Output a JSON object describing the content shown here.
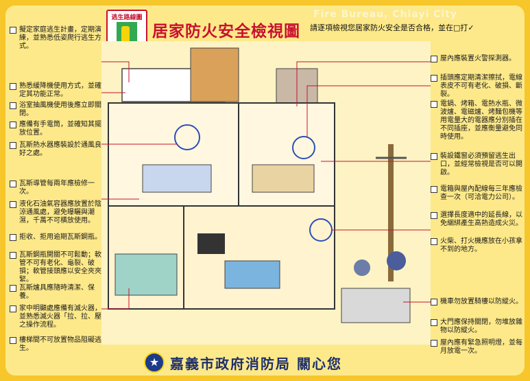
{
  "header": {
    "sign_text": "逃生路線圖",
    "title": "居家防火安全檢視圖",
    "subtitle": "請逐項檢視您居家防火安全是否合格，並在□打✓",
    "watermark": "Fire Bureau, Chiayi City"
  },
  "left_items": [
    "擬定家庭逃生計畫，定期演練，並熟悉低姿爬行逃生方式。",
    "熟悉緩降機使用方式，並確定其功能正常。",
    "浴室抽風機使用後應立即關閉。",
    "應備有手電筒，並確知其擺放位置。",
    "瓦斯熱水器應裝設於通風良好之處。",
    "瓦斯導管每兩年應檢修一次。",
    "液化石油氣容器應放置於陰涼通風處，避免曝曬與潮濕，千萬不可横放使用。",
    "拒收、拒用逾期瓦斯鋼瓶。",
    "瓦斯鋼瓶開關不可鬆動；軟管不可有老化、龜裂、破損；軟管接頭應以安全夾夾緊。",
    "瓦斯爐具應隨時清潔、保養。",
    "家中明顯處應備有滅火器，並熟悉滅火器「拉、拉、壓」之操作流程。",
    "樓梯間不可放置物品阻礙逃生。"
  ],
  "right_items": [
    "屋內應裝置火警探測器。",
    "插頭應定期清潔擦拭，電線表皮不可有老化、破損、斷裂。",
    "電鍋、烤箱、電熱水瓶、微波爐、電磁爐、烤麵包機等用電量大的電器應分別插在不同插座，並應衡量避免同時使用。",
    "裝設鐵窗必須預留逃生出口，並經常檢視是否可以開啟。",
    "電箱與屋內配線每三年應檢查一次（可洽電力公司）。",
    "選擇長度適中的延長線，以免綑綁產生高熱造成火災。",
    "火柴、打火機應放在小孩拿不到的地方。",
    "機車勿放置騎樓以防縱火。",
    "大門應保持關閉，勿堆放雜物以防縱火。",
    "屋內應有緊急照明燈，並每月放電一次。"
  ],
  "footer": {
    "text": "嘉義市政府消防局  關心您"
  },
  "colors": {
    "border": "#f6c62a",
    "background": "#fde98a",
    "title": "#c8102e",
    "footer": "#1e2f6b"
  }
}
